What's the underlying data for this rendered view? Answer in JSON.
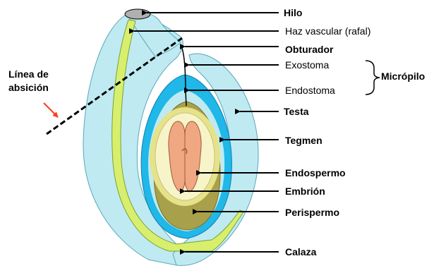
{
  "labels": {
    "hilo": "Hilo",
    "haz_vascular": "Haz vascular (rafal)",
    "obturador": "Obturador",
    "exostoma": "Exostoma",
    "endostoma": "Endostoma",
    "micropilo": "Micrópilo",
    "testa": "Testa",
    "tegmen": "Tegmen",
    "endospermo": "Endospermo",
    "embrion": "Embrión",
    "perispermo": "Perispermo",
    "calaza": "Calaza",
    "linea_line1": "Línea de",
    "linea_line2": "absición"
  },
  "colors": {
    "testa": "#bfeaf2",
    "tegmen": "#1fb8e8",
    "perispermo": "#a8a04a",
    "endospermo": "#f7f4c9",
    "embrion": "#efa882",
    "vascular": "#d8ef6e",
    "hilo": "#b0b0b0",
    "arrow_red": "#ff3b1f"
  }
}
